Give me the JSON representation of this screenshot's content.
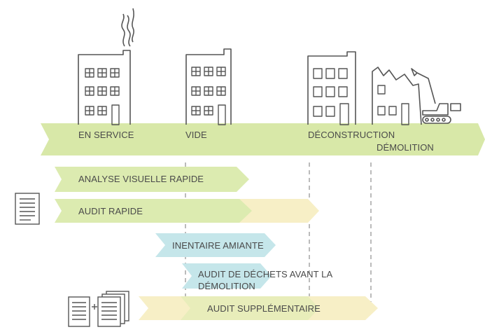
{
  "colors": {
    "timeline": "#d8e8a8",
    "bar_green": "#dcebb0",
    "bar_yellow": "#f7efc6",
    "bar_blue": "#c5e6ea",
    "line": "#555555",
    "text": "#4a4a4a"
  },
  "stages": {
    "in_service": "EN SERVICE",
    "empty": "VIDE",
    "deconstruction": "DÉCONSTRUCTION",
    "demolition": "DÉMOLITION"
  },
  "activities": {
    "visual_analysis": "ANALYSE VISUELLE RAPIDE",
    "quick_audit": "AUDIT RAPIDE",
    "asbestos_inventory": "INENTAIRE AMIANTE",
    "waste_audit": "AUDIT DE DÉCHETS AVANT LA DÉMOLITION",
    "supplementary_audit": "AUDIT SUPPLÉMENTAIRE"
  },
  "icons": {
    "building_in_service": "factory-building-with-smoke-icon",
    "building_empty": "empty-building-icon",
    "building_deconstruction": "building-without-windows-icon",
    "building_demolition": "demolished-building-with-excavator-icon",
    "document": "document-icon",
    "documents_stack": "documents-stack-icon"
  }
}
